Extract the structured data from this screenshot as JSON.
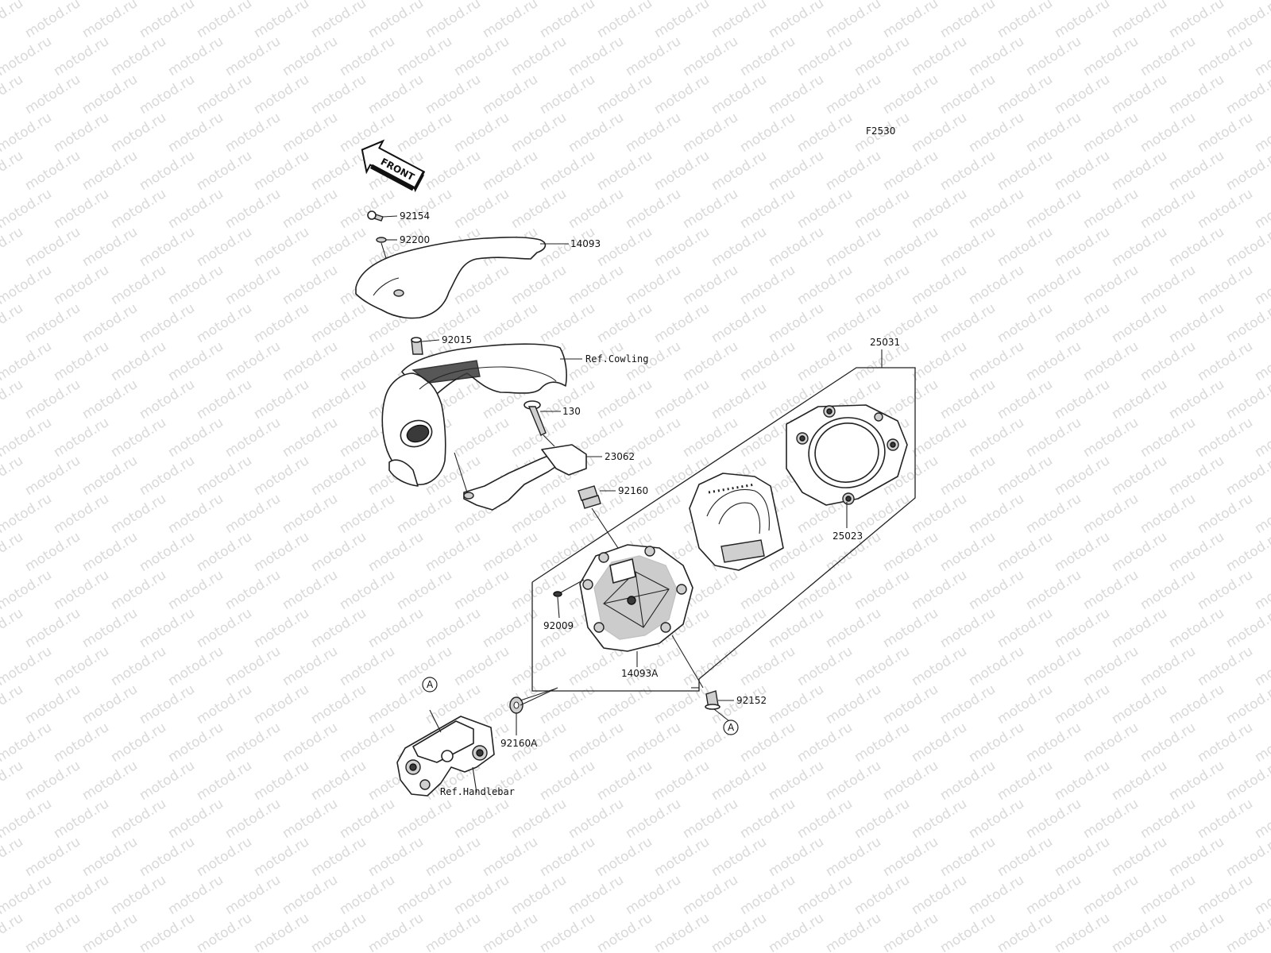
{
  "figure_code": "F2530",
  "front_arrow_text": "FRONT",
  "watermark_text": "motod.ru",
  "callouts": {
    "p92154": "92154",
    "p92200": "92200",
    "p14093": "14093",
    "p92015": "92015",
    "ref_cowling": "Ref.Cowling",
    "p130": "130",
    "p23062": "23062",
    "p92160": "92160",
    "p25031": "25031",
    "p25023": "25023",
    "p92009": "92009",
    "p14093a": "14093A",
    "p92152": "92152",
    "p92160a": "92160A",
    "ref_handlebar": "Ref.Handlebar",
    "marker_a_left": "A",
    "marker_a_right": "A"
  }
}
